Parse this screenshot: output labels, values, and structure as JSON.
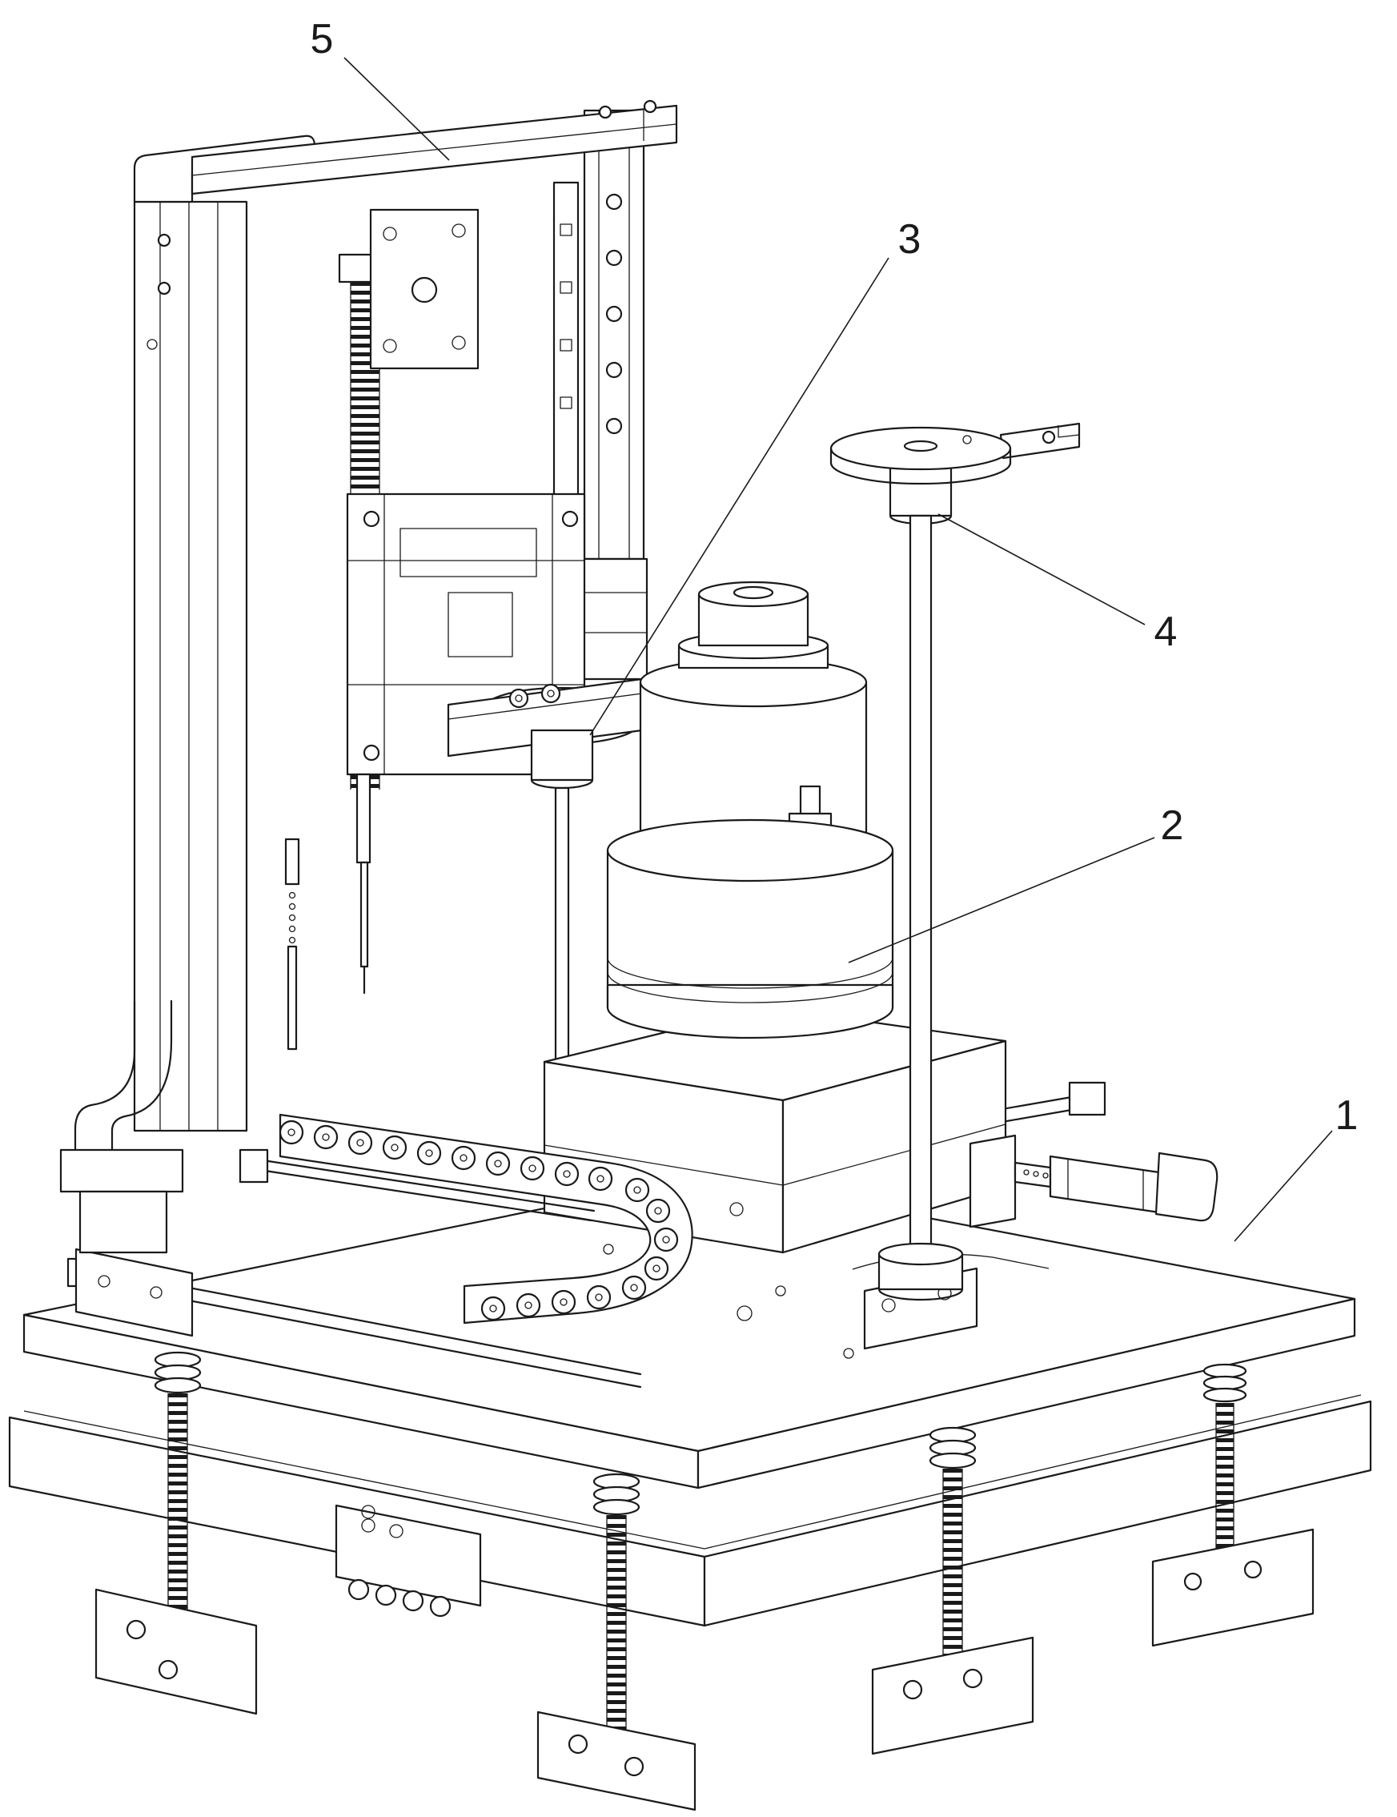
{
  "figure": {
    "background": "#ffffff",
    "line_color": "#1a1a1a"
  },
  "callouts": {
    "part1": {
      "label": "1"
    },
    "part2": {
      "label": "2"
    },
    "part3": {
      "label": "3"
    },
    "part4": {
      "label": "4"
    },
    "part5": {
      "label": "5"
    }
  }
}
